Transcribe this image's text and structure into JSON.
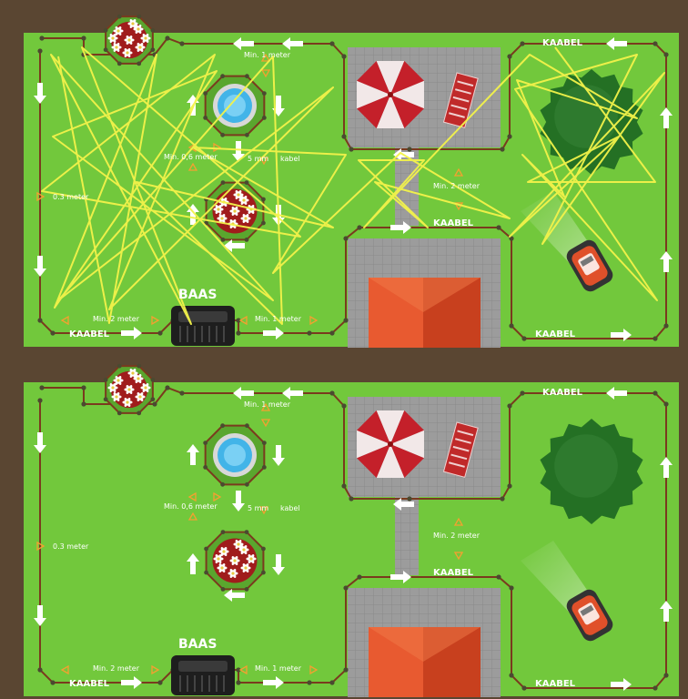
{
  "panels": [
    {
      "labels": {
        "min1_top": "Min. 1 meter",
        "min06": "Min. 0,6 meter",
        "cable5": "5 mm",
        "cable_word": "kabel",
        "min03": "0.3 meter",
        "min2_patio": "Min. 2 meter",
        "kaabel_mid": "KAABEL",
        "kaabel_top_right": "KAABEL",
        "kaabel_bottom_left": "KAABEL",
        "kaabel_bottom_right": "KAABEL",
        "baas": "BAAS",
        "min2_bottom": "Min. 2 meter",
        "min1_bottom": "Min. 1 meter"
      }
    },
    {
      "labels": {
        "min1_top": "Min. 1 meter",
        "min06": "Min. 0,6 meter",
        "cable5": "5 mm",
        "cable_word": "kabel",
        "min03": "0.3 meter",
        "min2_patio": "Min. 2 meter",
        "kaabel_mid": "KAABEL",
        "kaabel_top_right": "KAABEL",
        "kaabel_bottom_left": "KAABEL",
        "kaabel_bottom_right": "KAABEL",
        "baas": "BAAS",
        "min2_bottom": "Min. 2 meter",
        "min1_bottom": "Min. 1 meter"
      }
    }
  ],
  "colors": {
    "background": "#5a4632",
    "lawn": "#72c83c",
    "cable": "#7a3a1e",
    "mow_path": "#f2f24a",
    "paving": "#9a9a9a",
    "roof": "#e0502a",
    "tree": "#2e7a2e",
    "pond": "#42b4e8",
    "umbrella_red": "#c4202a"
  }
}
